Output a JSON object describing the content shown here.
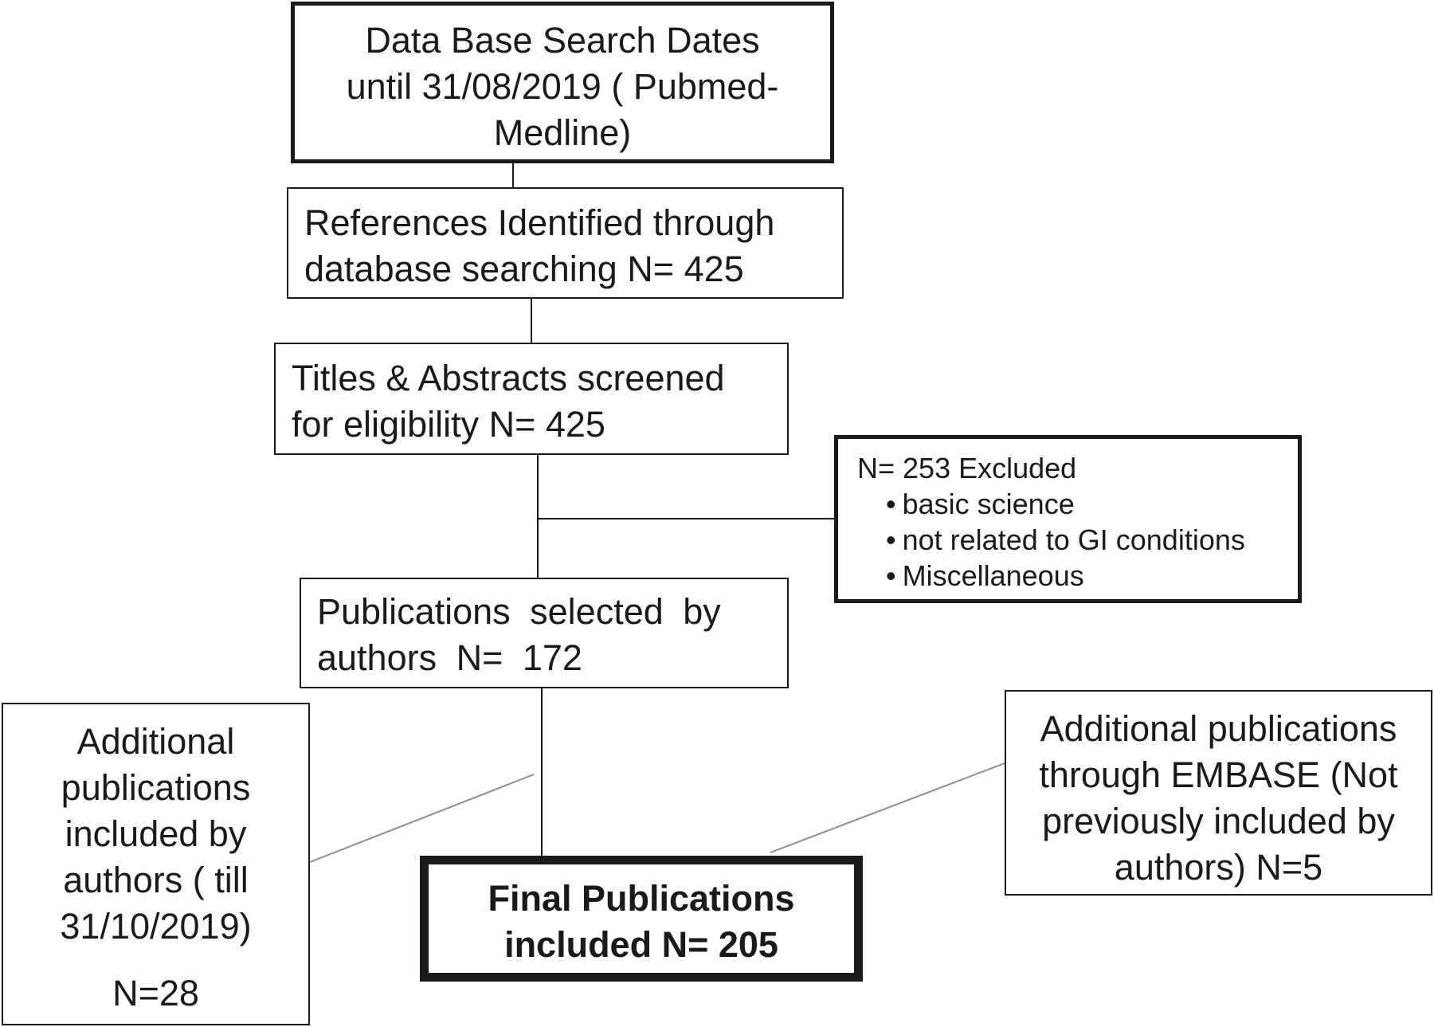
{
  "nodes": {
    "search": {
      "lines": [
        "Data Base Search Dates",
        "until 31/08/2019 ( Pubmed-",
        "Medline)"
      ]
    },
    "references": {
      "lines": [
        "References Identified through",
        "database searching  N= 425"
      ]
    },
    "screened": {
      "lines": [
        "Titles & Abstracts screened",
        "for eligibility   N= 425"
      ]
    },
    "excluded": {
      "heading": "N= 253 Excluded",
      "bullets": [
        "basic science",
        "not related to GI conditions",
        "Miscellaneous"
      ]
    },
    "selected": {
      "lines": [
        "Publications selected by",
        "authors  N= 172"
      ]
    },
    "additional_left": {
      "lines": [
        "Additional",
        "publications",
        "included by",
        "authors ( till",
        "31/10/2019)"
      ],
      "count": "N=28"
    },
    "additional_right": {
      "lines": [
        "Additional publications",
        "through EMBASE (Not",
        "previously included by",
        "authors)  N=5"
      ]
    },
    "final": {
      "lines": [
        "Final Publications",
        "included N= 205"
      ]
    }
  },
  "colors": {
    "stroke": "#1a1a1a",
    "gray_connector": "#8c8c8c",
    "background": "#ffffff"
  }
}
